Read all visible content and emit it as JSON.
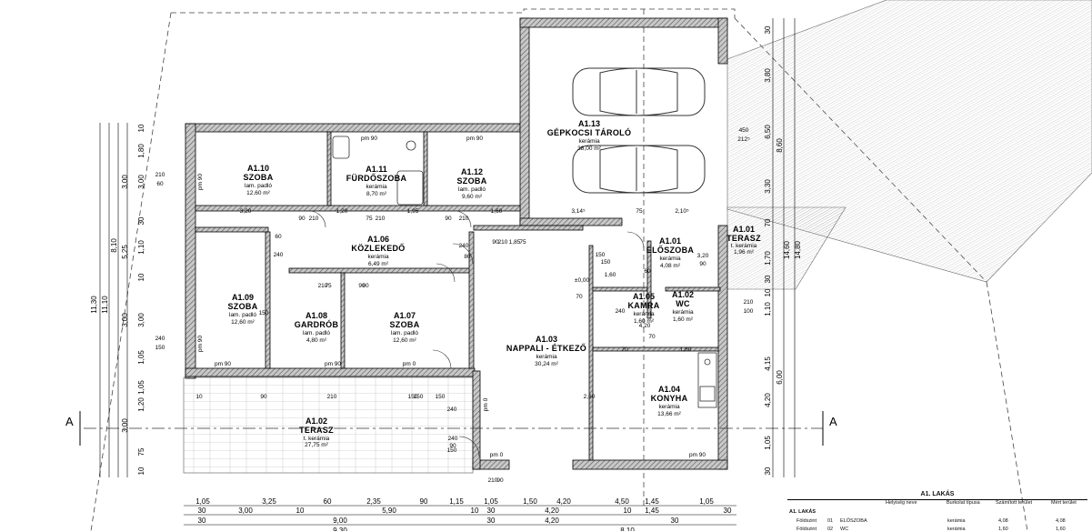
{
  "rooms": [
    {
      "id": "A1.10",
      "name": "SZOBA",
      "floor": "lam. padló",
      "area": "12,60 m²"
    },
    {
      "id": "A1.11",
      "name": "FÜRDŐSZOBA",
      "floor": "kerámia",
      "area": "8,70 m²"
    },
    {
      "id": "A1.12",
      "name": "SZOBA",
      "floor": "lam. padló",
      "area": "9,60 m²"
    },
    {
      "id": "A1.13",
      "name": "GÉPKOCSI TÁROLÓ",
      "floor": "kerámia",
      "area": "38,00 m²"
    },
    {
      "id": "A1.06",
      "name": "KÖZLEKEDŐ",
      "floor": "kerámia",
      "area": "6,49 m²"
    },
    {
      "id": "A1.01",
      "name": "ELŐSZOBA",
      "floor": "kerámia",
      "area": "4,08 m²"
    },
    {
      "id": "A1.01",
      "name": "TERASZ",
      "floor": "t. kerámia",
      "area": "1,96 m²"
    },
    {
      "id": "A1.09",
      "name": "SZOBA",
      "floor": "lam. padló",
      "area": "12,60 m²"
    },
    {
      "id": "A1.08",
      "name": "GARDRÓB",
      "floor": "lam. padló",
      "area": "4,80 m²"
    },
    {
      "id": "A1.07",
      "name": "SZOBA",
      "floor": "lam. padló",
      "area": "12,60 m²"
    },
    {
      "id": "A1.05",
      "name": "KAMRA",
      "floor": "kerámia",
      "area": "1,60 m²"
    },
    {
      "id": "A1.02",
      "name": "WC",
      "floor": "kerámia",
      "area": "1,60 m²"
    },
    {
      "id": "A1.03",
      "name": "NAPPALI - ÉTKEZŐ",
      "floor": "kerámia",
      "area": "30,24 m²"
    },
    {
      "id": "A1.04",
      "name": "KONYHA",
      "floor": "kerámia",
      "area": "13,66 m²"
    },
    {
      "id": "A1.02",
      "name": "TERASZ",
      "floor": "t. kerámia",
      "area": "27,75 m²"
    }
  ],
  "section_marks": [
    "A",
    "A"
  ],
  "window_labels": [
    "pm 90",
    "pm 90",
    "pm 90",
    "pm 90",
    "pm 90",
    "pm 0",
    "pm 0",
    "pm 90",
    "pm 90",
    "pm 0"
  ],
  "elevation": "±0,00",
  "carport_dims": [
    "450",
    "212⁵"
  ],
  "dims_bottom_row1": [
    "1,05",
    "3,25",
    "60",
    "2,35",
    "90",
    "1,15",
    "1,05",
    "1,50",
    "4,20",
    "4,50",
    "1,45",
    "1,05"
  ],
  "dims_bottom_row2": [
    "30",
    "3,00",
    "10",
    "5,90",
    "10",
    "30",
    "4,20",
    "10",
    "1,45",
    "30"
  ],
  "dims_bottom_row3": [
    "30",
    "9,00",
    "30",
    "4,20",
    "30"
  ],
  "dims_bottom_row4": [
    "9,30",
    "8,10"
  ],
  "dims_left_inner": [
    "10",
    "1,80",
    "3,00",
    "30",
    "1,10",
    "10",
    "3,00",
    "1,05",
    "1,05",
    "1,20",
    "75",
    "10"
  ],
  "dims_left_mid": [
    "3,00",
    "5,25",
    "3,00",
    "3,00"
  ],
  "dims_left_outer": [
    "11,30",
    "11,10",
    "8,10"
  ],
  "dims_right_inner": [
    "30",
    "3,80",
    "6,50",
    "3,30",
    "70",
    "1,70",
    "30",
    "10",
    "1,10",
    "4,15",
    "4,20",
    "1,05",
    "30"
  ],
  "dims_right_outer": [
    "8,60",
    "14,60",
    "14,80",
    "6,00"
  ],
  "interior_dims": [
    "3,20",
    "1,20",
    "1,95",
    "1,60",
    "3,14⁵",
    "75",
    "2,10⁵",
    "90",
    "210",
    "75",
    "210",
    "90",
    "210",
    "90",
    "210",
    "60",
    "240",
    "60",
    "240",
    "1,60",
    "70",
    "2,60",
    "70",
    "1,80",
    "4,20",
    "70",
    "1,85",
    "75",
    "210",
    "60",
    "240",
    "150",
    "150",
    "150",
    "150",
    "3,20",
    "90",
    "210",
    "100",
    "240",
    "80",
    "90",
    "90",
    "210",
    "75",
    "10",
    "90",
    "210",
    "150",
    "150",
    "150",
    "240",
    "150",
    "240",
    "90",
    "210",
    "90",
    "240"
  ],
  "table": {
    "title": "A1. LAKÁS",
    "headers": [
      "Helyiség neve",
      "Burkolat típusa",
      "Számított terület",
      "Mért terület"
    ],
    "section": "A1. LAKÁS",
    "rows": [
      {
        "level": "Földszint",
        "num": "01",
        "name": "ELŐSZOBA",
        "floor": "kerámia",
        "calc": "4,08",
        "meas": "4,08"
      },
      {
        "level": "Földszint",
        "num": "02",
        "name": "WC",
        "floor": "kerámia",
        "calc": "1,60",
        "meas": "1,60"
      }
    ]
  },
  "colors": {
    "wall": "#777777",
    "wall_edge": "#000000",
    "hatch": "#888888",
    "background": "#ffffff"
  }
}
